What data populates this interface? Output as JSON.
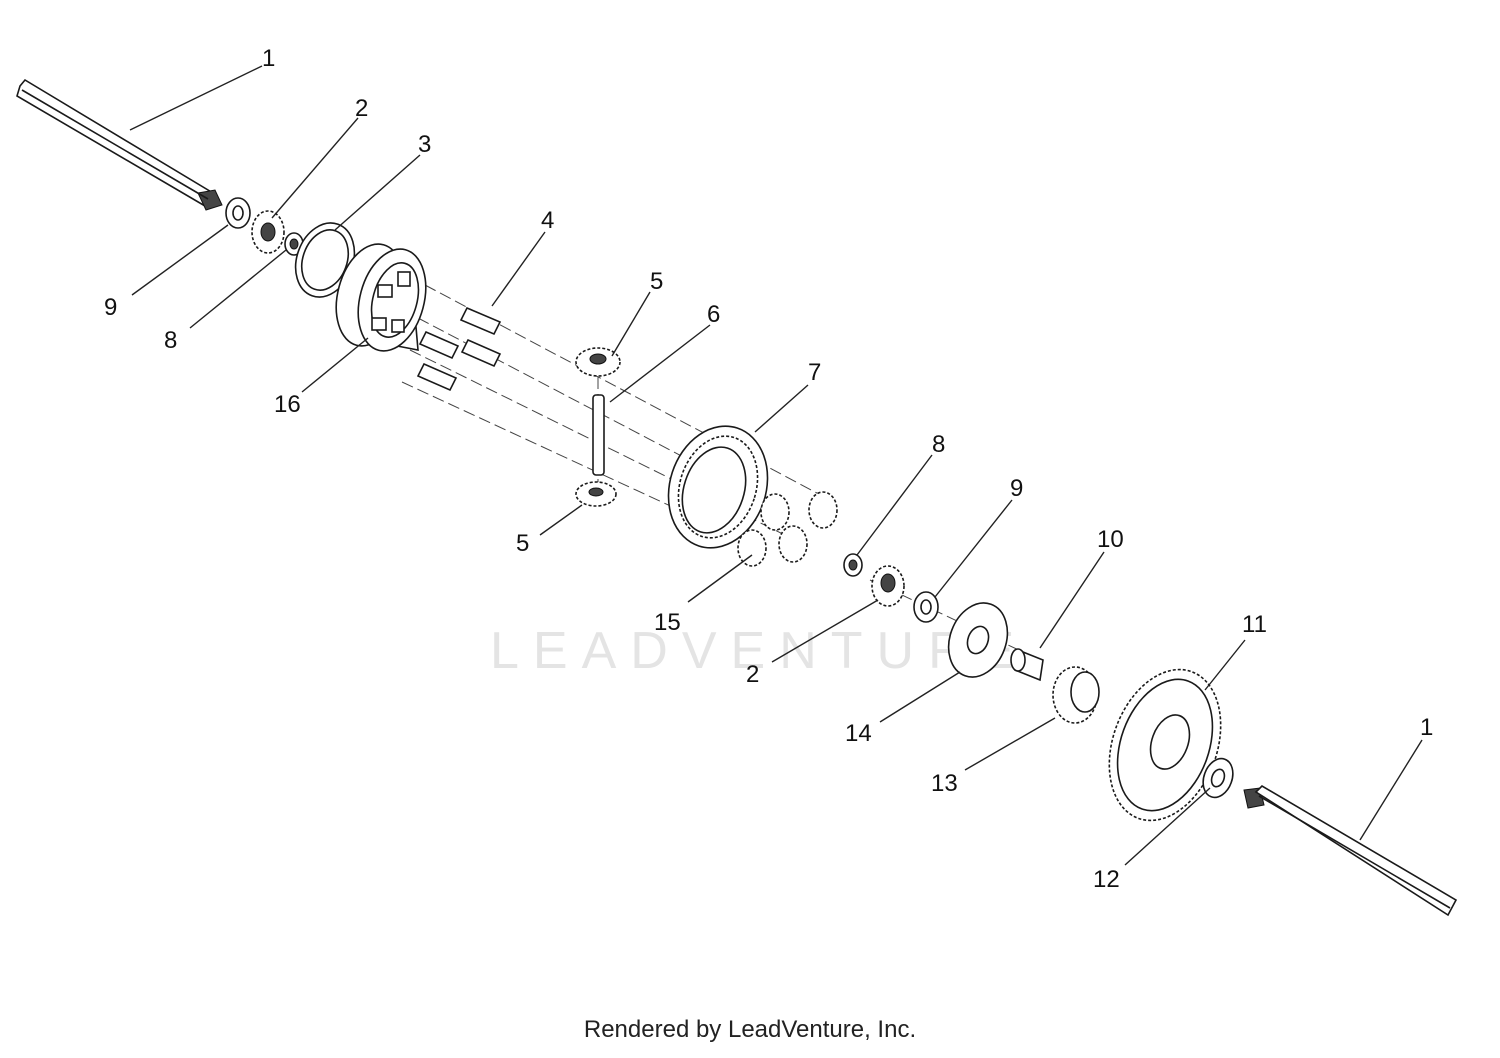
{
  "watermark": "LEADVENTURE",
  "footer": "Rendered by LeadVenture, Inc.",
  "callouts": [
    "1",
    "2",
    "3",
    "9",
    "8",
    "16",
    "4",
    "5",
    "6",
    "7",
    "5",
    "15",
    "8",
    "9",
    "2",
    "10",
    "14",
    "13",
    "11",
    "1",
    "12"
  ],
  "colors": {
    "line": "#1a1a1a",
    "watermark": "#e4e4e4"
  }
}
